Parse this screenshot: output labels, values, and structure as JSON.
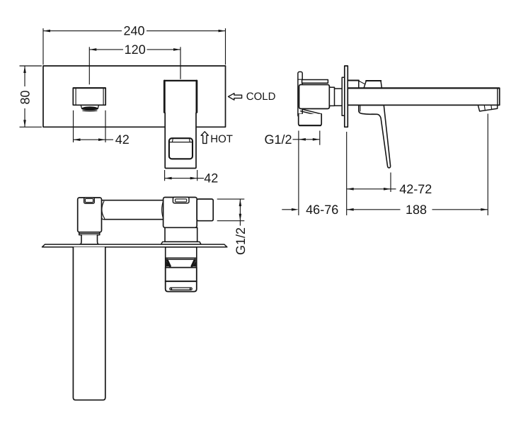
{
  "drawing": {
    "kind": "technical dimension drawing",
    "subject": "wall-mounted single-lever basin mixer tap",
    "units": "mm",
    "background_color": "#ffffff",
    "line_color": "#161616"
  },
  "views": {
    "front": {
      "dims": {
        "overall_width": "240",
        "spout_to_handle_spacing": "120",
        "plate_height": "80",
        "spout_width": "42",
        "handle_width": "42"
      },
      "labels": {
        "cold": "COLD",
        "hot": "HOT"
      }
    },
    "side": {
      "dims": {
        "inlet_thread": "G1/2",
        "handle_projection_range": "42-72",
        "wall_depth_range": "46-76",
        "spout_reach": "188"
      }
    },
    "plan": {
      "dims": {
        "connection_thread": "G1/2"
      }
    }
  }
}
